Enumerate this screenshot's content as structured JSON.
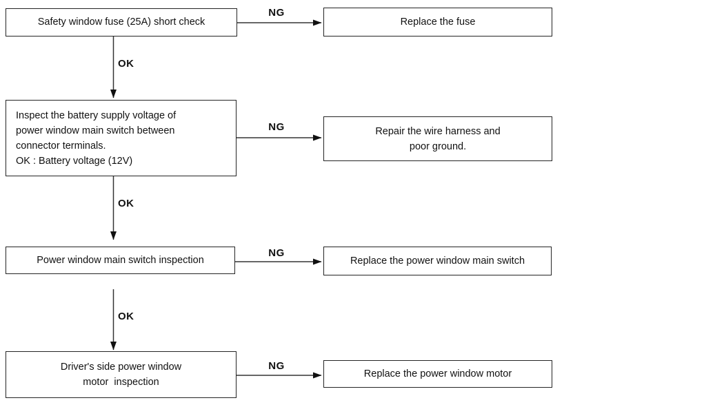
{
  "colors": {
    "background": "#ffffff",
    "box_border": "#232323",
    "text": "#111111",
    "arrow": "#333333"
  },
  "flowchart": {
    "steps": [
      {
        "check": "Safety window fuse (25A) short check",
        "ng_label": "NG",
        "ng_action": "Replace the fuse",
        "ok_label": "OK"
      },
      {
        "check": "Inspect the battery supply voltage of\npower window main switch between\nconnector terminals.\nOK : Battery voltage (12V)",
        "ng_label": "NG",
        "ng_action": "Repair the wire harness and\npoor ground.",
        "ok_label": "OK"
      },
      {
        "check": "Power window main switch inspection",
        "ng_label": "NG",
        "ng_action": "Replace the power window main switch",
        "ok_label": "OK"
      },
      {
        "check": "Driver's side power window\nmotor  inspection",
        "ng_label": "NG",
        "ng_action": "Replace the power window motor"
      }
    ]
  }
}
